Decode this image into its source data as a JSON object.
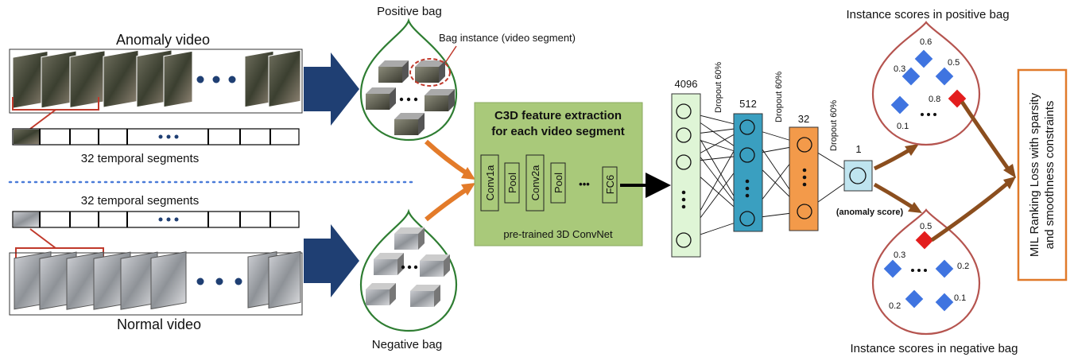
{
  "titles": {
    "anomaly_video": "Anomaly video",
    "normal_video": "Normal video",
    "positive_bag": "Positive bag",
    "negative_bag": "Negative bag",
    "bag_instance": "Bag instance (video segment)",
    "temporal_segments_top": "32  temporal segments",
    "temporal_segments_bottom": "32  temporal segments",
    "scores_positive": "Instance scores in positive bag",
    "scores_negative": "Instance scores in negative bag"
  },
  "c3d": {
    "title_line1": "C3D feature extraction",
    "title_line2": "for each video segment",
    "layers": [
      "Conv1a",
      "Pool",
      "Conv2a",
      "Pool",
      "FC6"
    ],
    "ellipsis": "•••",
    "footer": "pre-trained 3D ConvNet"
  },
  "network": {
    "layer_sizes": [
      "4096",
      "512",
      "32",
      "1"
    ],
    "dropouts": [
      "Dropout 60%",
      "Dropout 60%",
      "Dropout 60%"
    ],
    "anomaly_score": "(anomaly score)"
  },
  "loss": {
    "line1": "MIL Ranking Loss with sparsity",
    "line2": "and smoothness constraints"
  },
  "positive_scores": [
    "0.6",
    "0.3",
    "0.5",
    "0.8",
    "0.1"
  ],
  "negative_scores": [
    "0.5",
    "0.3",
    "0.2",
    "0.2",
    "0.1"
  ],
  "colors": {
    "bag_outline": "#2e7d32",
    "score_drop_outline": "#b5544f",
    "big_arrow": "#1f3f73",
    "orange_arrow": "#e37b2a",
    "brown_arrow": "#8b4e1e",
    "c3d_fill": "#a9c97a",
    "fc_green": "#dff5d6",
    "fc_teal": "#3a9fc0",
    "fc_orange": "#f39a4a",
    "fc_light": "#bfe4ef",
    "blue_diamond": "#3f74e0",
    "red_diamond": "#e31d1d",
    "loss_border": "#e07a2a",
    "dotted_line": "#4a7bd8"
  }
}
